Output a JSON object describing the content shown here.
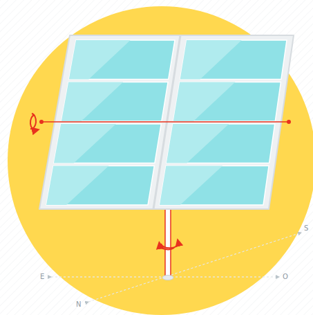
{
  "diagram": {
    "labels": [
      "E",
      "O",
      "N",
      "S"
    ]
  }
}
